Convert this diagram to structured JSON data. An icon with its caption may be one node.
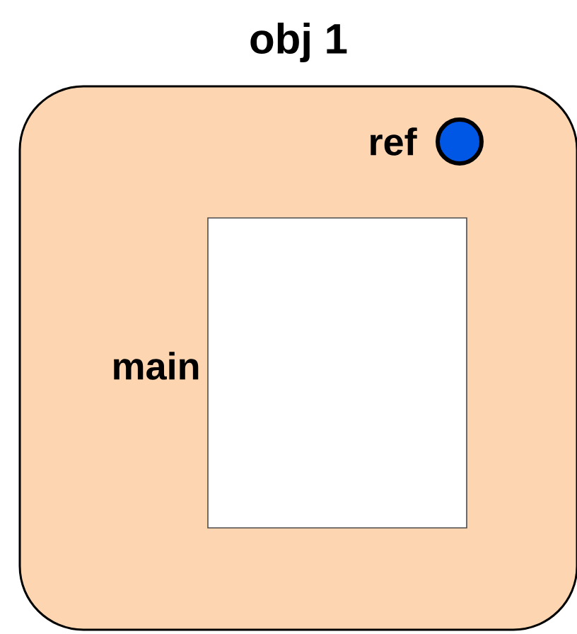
{
  "diagram": {
    "nodes": [
      {
        "text": [
          "obj 1"
        ]
      },
      {
        "text": [
          "main"
        ],
        "in": 0
      },
      {
        "text": [],
        "shape": "circle",
        "in": 0,
        "beside": [
          "ref"
        ]
      }
    ]
  }
}
